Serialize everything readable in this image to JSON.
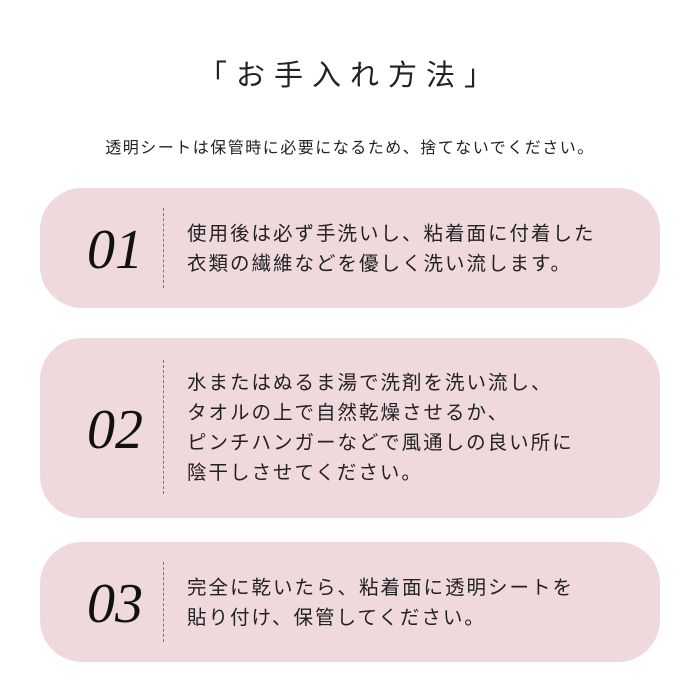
{
  "title": "「お手入れ方法」",
  "subtitle": "透明シートは保管時に必要になるため、捨てないでください。",
  "steps": [
    {
      "number": "01",
      "lines": [
        "使用後は必ず手洗いし、粘着面に付着した",
        "衣類の繊維などを優しく洗い流します。"
      ]
    },
    {
      "number": "02",
      "lines": [
        "水またはぬるま湯で洗剤を洗い流し、",
        "タオルの上で自然乾燥させるか、",
        "ピンチハンガーなどで風通しの良い所に",
        "陰干しさせてください。"
      ]
    },
    {
      "number": "03",
      "lines": [
        "完全に乾いたら、粘着面に透明シートを",
        "貼り付け、保管してください。"
      ]
    }
  ],
  "colors": {
    "card": "#efd9dc",
    "text": "#222222"
  }
}
